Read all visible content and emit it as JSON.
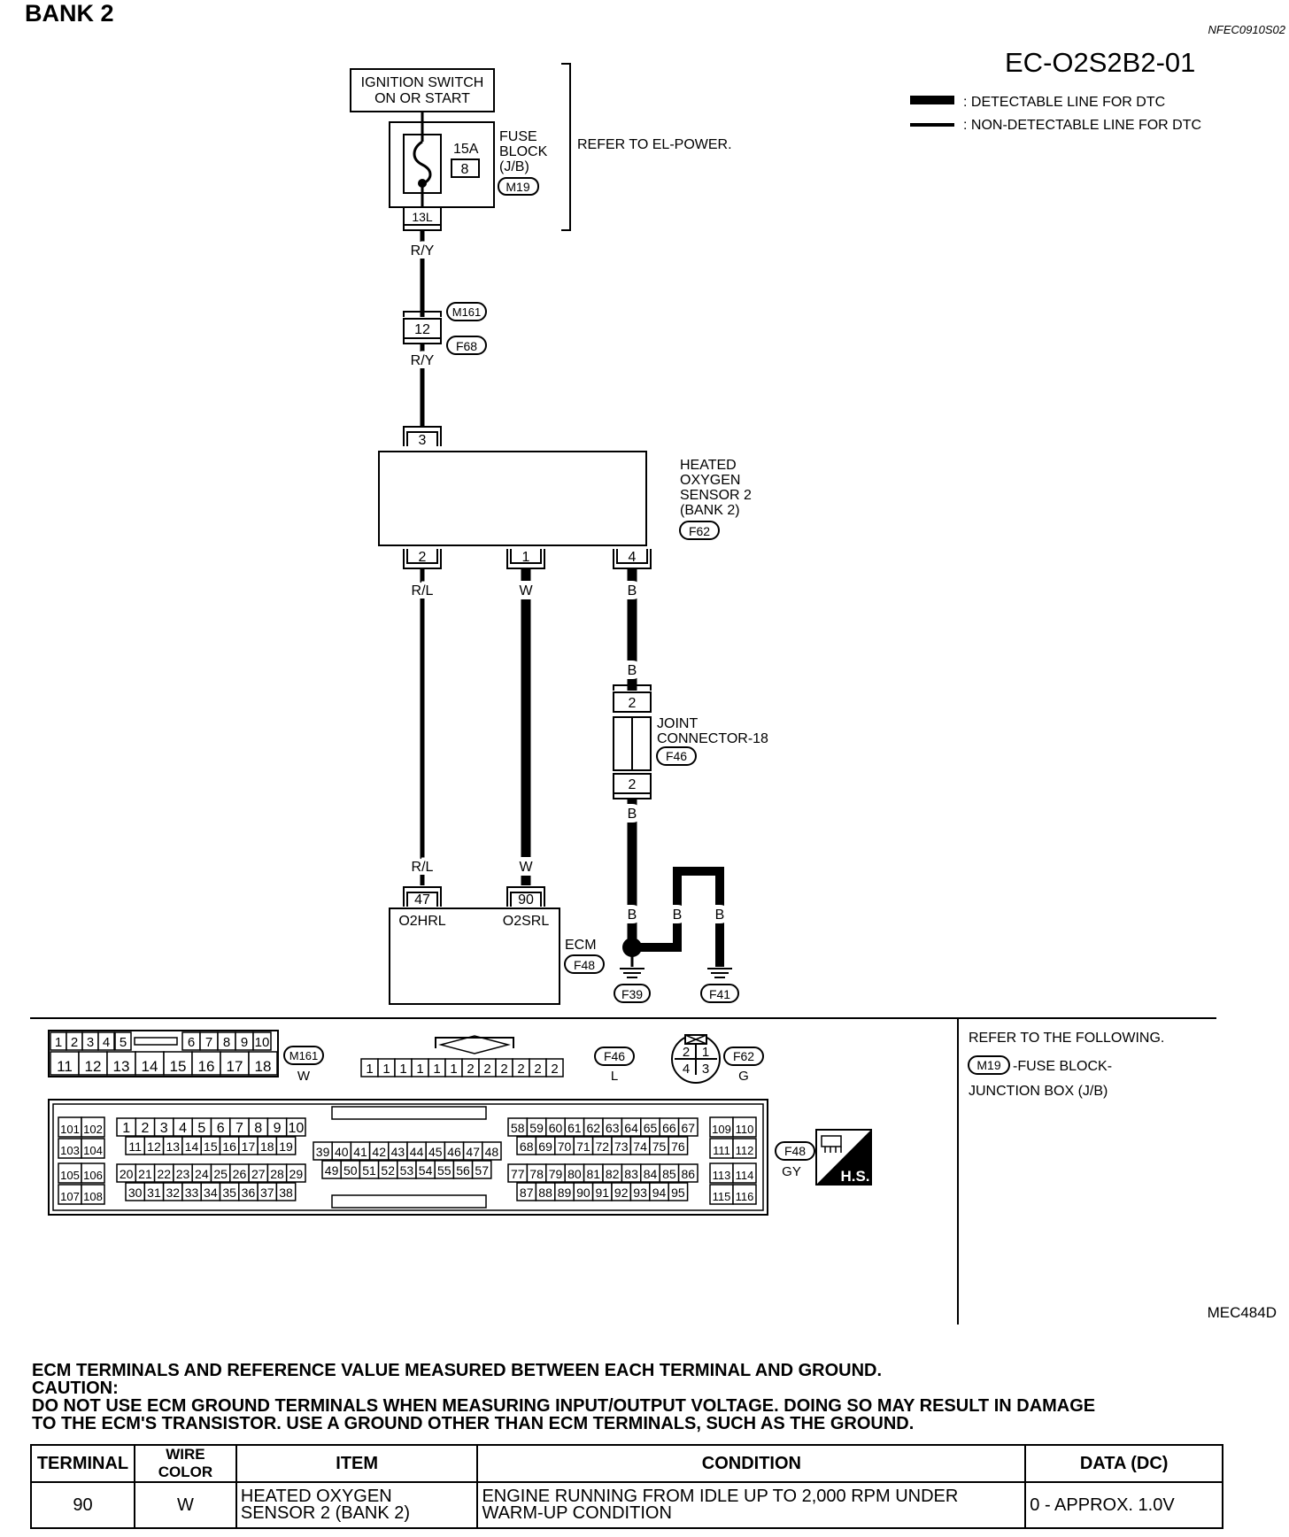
{
  "header": {
    "title": "BANK 2",
    "doc_code": "NFEC0910S02",
    "diagram_id": "EC-O2S2B2-01",
    "figure_id": "MEC484D"
  },
  "legend": {
    "detectable": ": DETECTABLE LINE FOR DTC",
    "non_detectable": ": NON-DETECTABLE LINE FOR DTC"
  },
  "power": {
    "ignition_line1": "IGNITION SWITCH",
    "ignition_line2": "ON OR START",
    "fuse_rating": "15A",
    "fuse_number": "8",
    "fuse_block_lines": [
      "FUSE",
      "BLOCK",
      "(J/B)"
    ],
    "fuse_block_connector": "M19",
    "fuse_terminal": "13L",
    "refer": "REFER TO EL-POWER."
  },
  "wires": {
    "ry": "R/Y",
    "rl": "R/L",
    "w": "W",
    "b": "B"
  },
  "connectors": {
    "inline_terminal": "12",
    "inline_conn_a": "M161",
    "inline_conn_b": "F68"
  },
  "sensor": {
    "lines": [
      "HEATED",
      "OXYGEN",
      "SENSOR 2",
      "(BANK 2)"
    ],
    "connector": "F62",
    "terminal_top": "3",
    "terminal_a": "2",
    "terminal_b": "1",
    "terminal_c": "4"
  },
  "joint": {
    "line1": "JOINT",
    "line2": "CONNECTOR-18",
    "connector": "F46",
    "terminal_top": "2",
    "terminal_bottom": "2"
  },
  "ecm": {
    "label": "ECM",
    "connector": "F48",
    "terminal_a": "47",
    "terminal_b": "90",
    "signal_a": "O2HRL",
    "signal_b": "O2SRL"
  },
  "grounds": {
    "g1": "F39",
    "g2": "F41"
  },
  "connector_views": {
    "m161_color": "W",
    "f46_color": "L",
    "f62_color": "G",
    "f48_color": "GY",
    "hs_badge": "H.S.",
    "m161_top": [
      "1",
      "2",
      "3",
      "4",
      "5",
      "6",
      "7",
      "8",
      "9",
      "10"
    ],
    "m161_bottom": [
      "11",
      "12",
      "13",
      "14",
      "15",
      "16",
      "17",
      "18"
    ],
    "f46_pins": [
      "1",
      "1",
      "1",
      "1",
      "1",
      "1",
      "2",
      "2",
      "2",
      "2",
      "2",
      "2"
    ],
    "f62_pins": [
      "2",
      "1",
      "4",
      "3"
    ],
    "f48_left_pairs": [
      [
        "101",
        "102"
      ],
      [
        "103",
        "104"
      ],
      [
        "105",
        "106"
      ],
      [
        "107",
        "108"
      ]
    ],
    "f48_right_pairs": [
      [
        "109",
        "110"
      ],
      [
        "111",
        "112"
      ],
      [
        "113",
        "114"
      ],
      [
        "115",
        "116"
      ]
    ],
    "f48_row1": [
      "1",
      "2",
      "3",
      "4",
      "5",
      "6",
      "7",
      "8",
      "9",
      "10"
    ],
    "f48_row2": [
      "11",
      "12",
      "13",
      "14",
      "15",
      "16",
      "17",
      "18",
      "19"
    ],
    "f48_row3": [
      "20",
      "21",
      "22",
      "23",
      "24",
      "25",
      "26",
      "27",
      "28",
      "29"
    ],
    "f48_row4": [
      "30",
      "31",
      "32",
      "33",
      "34",
      "35",
      "36",
      "37",
      "38"
    ],
    "f48_mid1": [
      "39",
      "40",
      "41",
      "42",
      "43",
      "44",
      "45",
      "46",
      "47",
      "48"
    ],
    "f48_mid2": [
      "49",
      "50",
      "51",
      "52",
      "53",
      "54",
      "55",
      "56",
      "57"
    ],
    "f48_r1": [
      "58",
      "59",
      "60",
      "61",
      "62",
      "63",
      "64",
      "65",
      "66",
      "67"
    ],
    "f48_r2": [
      "68",
      "69",
      "70",
      "71",
      "72",
      "73",
      "74",
      "75",
      "76"
    ],
    "f48_r3": [
      "77",
      "78",
      "79",
      "80",
      "81",
      "82",
      "83",
      "84",
      "85",
      "86"
    ],
    "f48_r4": [
      "87",
      "88",
      "89",
      "90",
      "91",
      "92",
      "93",
      "94",
      "95"
    ]
  },
  "refer_panel": {
    "line1": "REFER TO THE FOLLOWING.",
    "connector": "M19",
    "line2": "-FUSE BLOCK-",
    "line3": "JUNCTION BOX (J/B)"
  },
  "notes": {
    "line1": "ECM TERMINALS AND REFERENCE VALUE MEASURED BETWEEN EACH TERMINAL AND GROUND.",
    "line2": "CAUTION:",
    "line3": "DO NOT USE ECM GROUND TERMINALS WHEN MEASURING INPUT/OUTPUT VOLTAGE. DOING SO MAY RESULT IN DAMAGE",
    "line4": "TO THE ECM'S TRANSISTOR. USE A GROUND OTHER THAN ECM TERMINALS, SUCH AS THE GROUND."
  },
  "table": {
    "headers": [
      "TERMINAL",
      "WIRE COLOR",
      "ITEM",
      "CONDITION",
      "DATA (DC)"
    ],
    "row": {
      "terminal": "90",
      "wire_color": "W",
      "item_line1": "HEATED OXYGEN",
      "item_line2": "SENSOR 2 (BANK 2)",
      "condition_line1": "ENGINE RUNNING FROM IDLE UP TO 2,000 RPM UNDER",
      "condition_line2": "WARM-UP CONDITION",
      "data": "0 - APPROX. 1.0V"
    }
  }
}
